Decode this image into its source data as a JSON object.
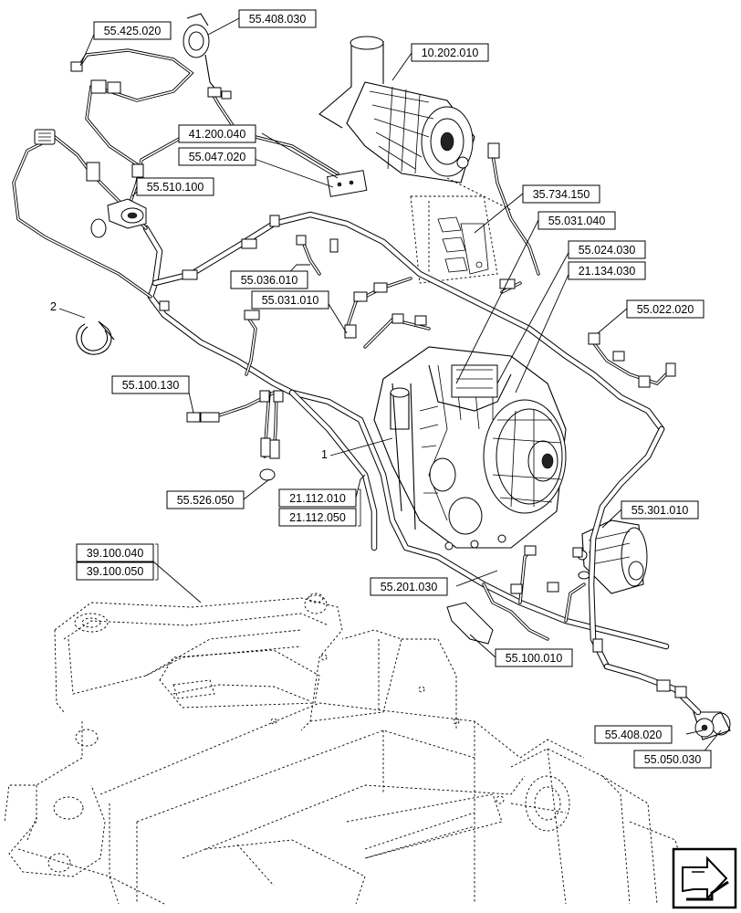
{
  "diagram": {
    "part_refs": [
      "55.425.020",
      "55.408.030",
      "10.202.010",
      "41.200.040",
      "55.047.020",
      "55.510.100",
      "35.734.150",
      "55.031.040",
      "55.024.030",
      "21.134.030",
      "55.036.010",
      "55.031.010",
      "55.022.020",
      "55.100.130",
      "55.526.050",
      "21.112.010",
      "21.112.050",
      "55.301.010",
      "39.100.040",
      "39.100.050",
      "55.201.030",
      "55.100.010",
      "55.408.020",
      "55.050.030"
    ],
    "callouts": [
      "1",
      "2"
    ]
  }
}
